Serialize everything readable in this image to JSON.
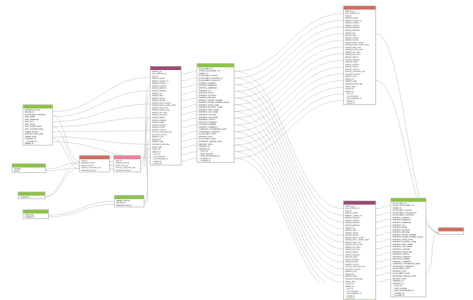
{
  "diagram": {
    "link_color": "#a6a6a6",
    "tables": [
      {
        "id": "t_left1",
        "header": "",
        "color": "#8fc24a",
        "fields": [
          "MARKETPLACE_ID",
          "SELLER_ID",
          "FULFILLMENT_CHANNEL",
          "SHIP_NAME",
          "SHIP_ADDRESS1",
          "SHIP_CITY",
          "SHIP_STATE",
          "SHIP_POSTALCODE",
          "SHIP_COUNTRYCODE",
          "ORDER_STATUS",
          "EARLIEST_SHIP_DATE",
          "ORDER_DATE",
          "UPDATED_AT",
          "__SYNCED_AT",
          "ORDER_ID"
        ]
      },
      {
        "id": "t_left2",
        "header": "",
        "color": "#8fc24a",
        "fields": [
          "SOURCE",
          "VALUE"
        ]
      },
      {
        "id": "t_left3",
        "header": "",
        "color": "#8fc24a",
        "fields": [
          "CURRENCY"
        ]
      },
      {
        "id": "t_left4",
        "header": "",
        "color": "#8fc24a",
        "fields": [
          "TIMEZONE",
          "CURRENCY"
        ]
      },
      {
        "id": "t_mid_red",
        "header": "",
        "color": "#cf6f63",
        "fields": [
          "order_id",
          "shipping_currency",
          "tender_currency",
          "currency_conversion_rate",
          "converted_currency"
        ]
      },
      {
        "id": "t_mid_pink",
        "header": "",
        "color": "#ee7f9d",
        "fields": [
          "order_id",
          "shipping_currency",
          "tender_currency",
          "currency_conversion_rate",
          "converted_currency"
        ]
      },
      {
        "id": "t_mid_green",
        "header": "",
        "color": "#8fc24a",
        "fields": [
          "ORDER_ITEM_ID",
          "SELLER_ID",
          "MARKETPLACE_ID"
        ]
      },
      {
        "id": "t_purple1",
        "header": "",
        "color": "#9b4a78",
        "fields": [
          "fulfillment_id",
          "store_fulfillment_id",
          "order_id",
          "fulfillment_status",
          "fulfillment_location_id",
          "fulfillment_location",
          "shipping_company",
          "shipping_address1",
          "shipping_address2",
          "shipping_city",
          "shipping_state",
          "shipping_country",
          "shipping_zipcode",
          "shipping_phone_number",
          "shipping_phone_number_clean",
          "shipping_state_code",
          "shipping_country_code",
          "shipping_first_name",
          "shipping_last_name",
          "shipping_latitude",
          "shipping_longitude",
          "shipment_status",
          "tracking_company",
          "tracking_number",
          "shipping_currency",
          "currency_conversion_rate",
          "converted_currency",
          "fulfillment_cost",
          "tracking_url",
          "fulfillment_date",
          "estimated_arrival_date",
          "delivery_date",
          "created_at",
          "updated_at",
          "__sync_id",
          "__row_checksum",
          "__row_integration_id",
          "__loaded_at",
          "__synced_at"
        ]
      },
      {
        "id": "t_green_big",
        "header": "",
        "color": "#8fc24a",
        "fields": [
          "FULFILLMENT_ID",
          "STORE_FULFILLMENT_ID",
          "ORDER_ID",
          "FULFILLMENT_STATUS",
          "FULFILLMENT_LOCATION_ID",
          "FULFILLMENT_LOCATION",
          "SHIPPING_COMPANY",
          "SHIPPING_ADDRESS1",
          "SHIPPING_ADDRESS2",
          "SHIPPING_CITY",
          "SHIPPING_STATE",
          "SHIPPING_COUNTRY",
          "SHIPPING_ZIPCODE",
          "SHIPPING_PHONE_NUMBER",
          "SHIPPING_PHONE_NUMBER_CLEAN",
          "SHIPPING_STATE_CODE",
          "SHIPPING_COUNTRY_CODE",
          "SHIPPING_FIRST_NAME",
          "SHIPPING_LAST_NAME",
          "SHIPPING_LATITUDE",
          "SHIPPING_LONGITUDE",
          "SHIPMENT_STATUS",
          "TRACKING_COMPANY",
          "TRACKING_NUMBER",
          "ORIGINAL_CURRENCY",
          "CURRENCY_CONVERSION_RATE",
          "CONVERTED_CURRENCY",
          "FULFILLMENT_COST",
          "SHIPPING_COST",
          "FULFILLMENT_DATE",
          "ESTIMATED_ARRIVAL_DATE",
          "DELIVERY_DATE",
          "CREATED_AT",
          "UPDATED_AT",
          "__SYNC_ID",
          "__ROW_SOURCE",
          "__ROW_INTEGRATION_ID",
          "__LOADED_AT",
          "__SYNCED_AT"
        ]
      },
      {
        "id": "t_red_top",
        "header": "",
        "color": "#cf6f63",
        "fields": [
          "fulfillment_id",
          "store_fulfillment_id",
          "order_id",
          "fulfillment_status",
          "fulfillment_location_id",
          "fulfillment_location",
          "shipping_company",
          "shipping_address1",
          "shipping_address2",
          "shipping_city",
          "shipping_state",
          "shipping_country",
          "shipping_zipcode",
          "shipping_phone_number",
          "shipping_phone_number_clean",
          "shipping_state_code",
          "shipping_country_code",
          "shipping_first_name",
          "shipping_last_name",
          "shipping_latitude",
          "shipping_longitude",
          "shipment_status",
          "tracking_company",
          "tracking_number",
          "shipping_currency",
          "currency_conversion_rate",
          "converted_currency",
          "fulfillment_cost",
          "tracking_url",
          "fulfillment_date",
          "estimated_arrival_date",
          "delivery_date",
          "created_at",
          "updated_at",
          "__sync_id",
          "__row_checksum",
          "__row_integration_id",
          "__loaded_at",
          "__synced_at"
        ]
      },
      {
        "id": "t_purple2",
        "header": "",
        "color": "#9b4a78",
        "fields": [
          "fulfillment_id",
          "store_fulfillment_id",
          "order_id",
          "fulfillment_status",
          "fulfillment_location_id",
          "fulfillment_location",
          "shipping_company",
          "shipping_address1",
          "shipping_address2",
          "shipping_city",
          "shipping_state",
          "shipping_country",
          "shipping_zipcode",
          "shipping_phone_number",
          "shipping_phone_number_clean",
          "shipping_state_code",
          "shipping_country_code",
          "shipping_first_name",
          "shipping_last_name",
          "shipping_latitude",
          "shipping_longitude",
          "shipment_status",
          "tracking_company",
          "tracking_number",
          "shipping_currency",
          "currency_conversion_rate",
          "converted_currency",
          "fulfillment_cost",
          "tracking_url",
          "fulfillment_date",
          "estimated_arrival_date",
          "delivery_date",
          "created_at",
          "updated_at",
          "__sync_id",
          "__row_checksum",
          "__row_integration_id",
          "__loaded_at",
          "__synced_at"
        ]
      },
      {
        "id": "t_green_right",
        "header": "",
        "color": "#8fc24a",
        "fields": [
          "FULFILLMENT_ID",
          "STORE_FULFILLMENT_ID",
          "ORDER_ID",
          "FULFILLMENT_STATUS",
          "FULFILLMENT_LOCATION_ID",
          "FULFILLMENT_LOCATION",
          "SHIPPING_COMPANY",
          "SHIPPING_ADDRESS1",
          "SHIPPING_ADDRESS2",
          "SHIPPING_CITY",
          "SHIPPING_STATE",
          "SHIPPING_COUNTRY",
          "SHIPPING_ZIPCODE",
          "SHIPPING_PHONE_NUMBER",
          "SHIPPING_PHONE_NUMBER_CLEAN",
          "SHIPPING_STATE_CODE",
          "SHIPPING_COUNTRY_CODE",
          "SHIPPING_FIRST_NAME",
          "SHIPPING_LAST_NAME",
          "SHIPPING_LATITUDE",
          "SHIPPING_LONGITUDE",
          "SHIPMENT_STATUS",
          "TRACKING_COMPANY",
          "TRACKING_NUMBER",
          "ORIGINAL_CURRENCY",
          "CURRENCY_CONVERSION_RATE",
          "CONVERTED_CURRENCY",
          "FULFILLMENT_COST",
          "SHIPPING_COST",
          "FULFILLMENT_DATE",
          "ESTIMATED_ARRIVAL_DATE",
          "DELIVERY_DATE",
          "CREATED_AT",
          "UPDATED_AT",
          "__SYNC_ID",
          "__ROW_SOURCE",
          "__ROW_INTEGRATION_ID",
          "__LOADED_AT",
          "__SYNCED_AT"
        ]
      },
      {
        "id": "t_red_small",
        "header": "",
        "color": "#cf6f63",
        "fields": []
      }
    ],
    "links": [
      [
        "t_left1",
        "t_mid_red"
      ],
      [
        "t_left1",
        "t_purple1"
      ],
      [
        "t_left2",
        "t_mid_red"
      ],
      [
        "t_left3",
        "t_mid_red"
      ],
      [
        "t_left4",
        "t_mid_green"
      ],
      [
        "t_mid_red",
        "t_mid_pink"
      ],
      [
        "t_mid_pink",
        "t_purple1"
      ],
      [
        "t_mid_green",
        "t_purple1"
      ],
      [
        "t_purple1",
        "t_green_big"
      ],
      [
        "t_green_big",
        "t_red_top"
      ],
      [
        "t_green_big",
        "t_purple2"
      ],
      [
        "t_purple2",
        "t_green_right"
      ],
      [
        "t_green_right",
        "t_red_small"
      ],
      [
        "t_red_top",
        "t_red_small"
      ]
    ]
  }
}
